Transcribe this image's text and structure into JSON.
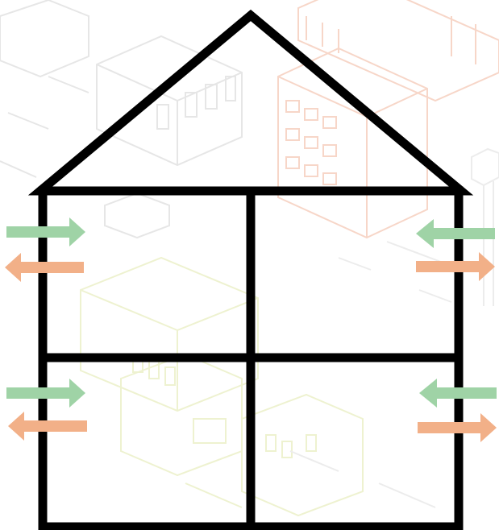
{
  "colors": {
    "outline": "#000000",
    "inflow_arrow": "#9fd3a6",
    "outflow_arrow": "#f2b088",
    "background_sketch_orange": "#f7d6c8",
    "background_sketch_yellow": "#eef2d0",
    "background_sketch_gray": "#e6e6e6"
  },
  "icons": {
    "roof": "triangle-roof",
    "inflow": "arrow-right-green",
    "outflow": "arrow-left-orange"
  },
  "rooms": [
    {
      "id": "upper-left"
    },
    {
      "id": "upper-right"
    },
    {
      "id": "lower-left"
    },
    {
      "id": "lower-right"
    }
  ]
}
